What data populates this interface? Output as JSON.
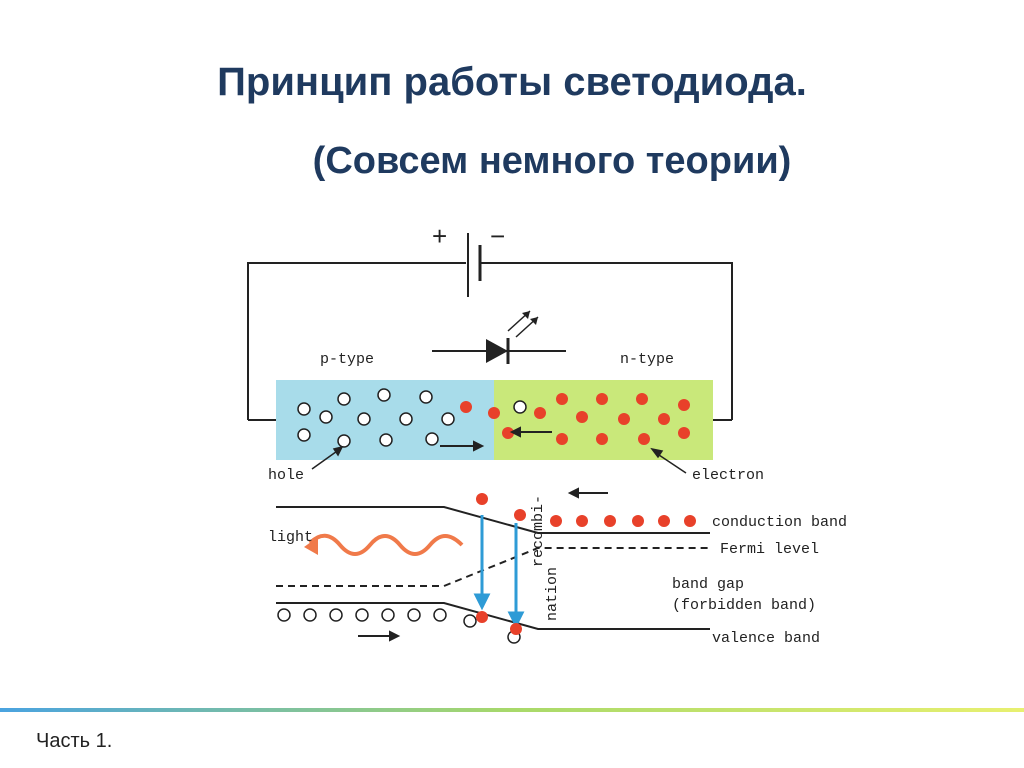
{
  "title": "Принцип работы светодиода.",
  "subtitle": "(Совсем немного теории)",
  "footer": "Часть 1.",
  "diagram": {
    "battery_plus": "+",
    "battery_minus": "−",
    "p_type": "p-type",
    "n_type": "n-type",
    "hole": "hole",
    "electron": "electron",
    "light": "light",
    "recombination_1": "recombi-",
    "recombination_2": "nation",
    "conduction_band": "conduction band",
    "fermi_level": "Fermi level",
    "band_gap": "band gap",
    "forbidden_band": "(forbidden band)",
    "valence_band": "valence band"
  },
  "colors": {
    "p_region": "#a8dcea",
    "n_region": "#c9e87a",
    "electron": "#e8412a",
    "arrow_blue": "#2e9bd6",
    "light_wave": "#f07a4a",
    "title": "#1f3a5f"
  }
}
